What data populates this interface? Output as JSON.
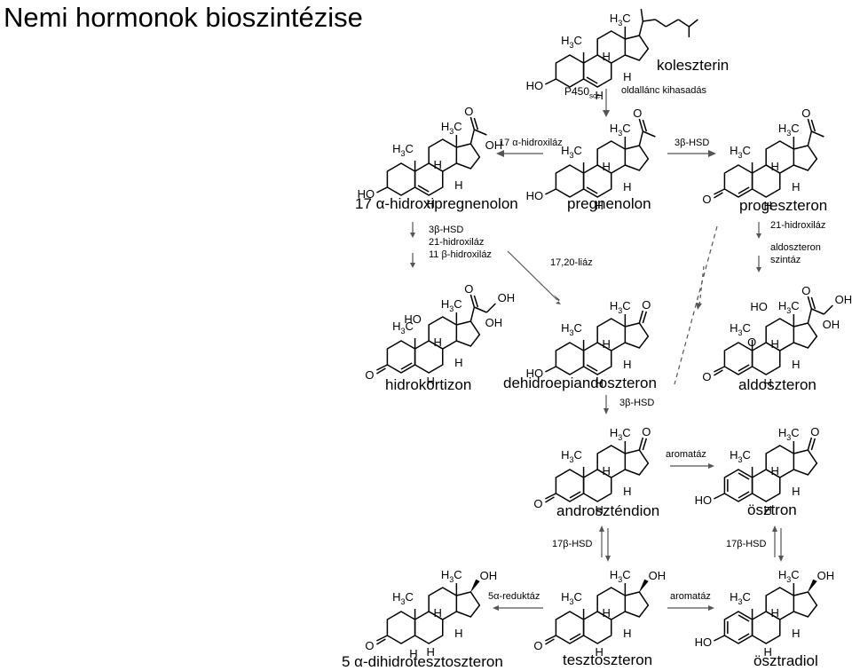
{
  "title": "Nemi hormonok bioszintézise",
  "compounds": {
    "cholesterol": "koleszterin",
    "pregnenolone": "pregnenolon",
    "hydroxypregnenolone": "17 α-hidroxipregnenolon",
    "progesterone": "progeszteron",
    "cortisol": "hidrokortizon",
    "dhea": "dehidroepiandoszteron",
    "aldosterone": "aldoszteron",
    "androstenedione": "androszténdion",
    "estrone": "ösztron",
    "dht": "5 α-dihidrotesztoszteron",
    "testosterone": "tesztoszteron",
    "estradiol": "ösztradiol"
  },
  "enzymes": {
    "p450scc_main": "P450",
    "p450scc_sub": "scc",
    "side_chain_cleavage": "oldallánc kihasadás",
    "hydroxylase17a": "17 α-hidroxiláz",
    "hsd3b_top": "3β-HSD",
    "cortisol_path": [
      "3β-HSD",
      "21-hidroxiláz",
      "11 β-hidroxiláz"
    ],
    "lyase": "17,20-liáz",
    "aldo_path": [
      "21-hidroxiláz",
      "aldoszteron",
      "szintáz"
    ],
    "hsd3b_mid": "3β-HSD",
    "aromatase_top": "aromatáz",
    "hsd17b_left": "17β-HSD",
    "hsd17b_right": "17β-HSD",
    "reductase5a": "5α-reduktáz",
    "aromatase_bottom": "aromatáz"
  },
  "atom_labels": {
    "h3c": "H3C",
    "h": "H",
    "ho": "HO",
    "oh": "OH",
    "o": "O"
  },
  "colors": {
    "text": "#000000",
    "arrow": "#555555",
    "background": "#ffffff"
  }
}
